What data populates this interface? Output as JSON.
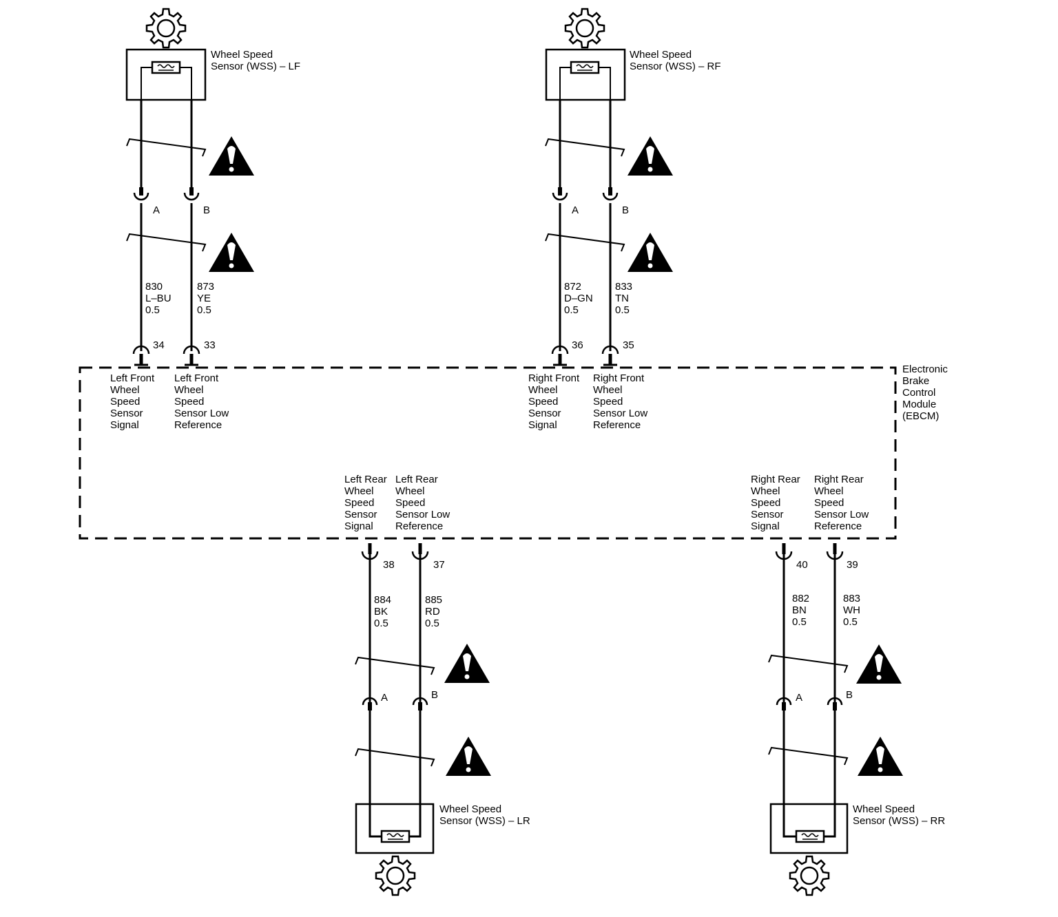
{
  "sensors": {
    "lf": {
      "line1": "Wheel Speed",
      "line2": "Sensor (WSS) – LF"
    },
    "rf": {
      "line1": "Wheel Speed",
      "line2": "Sensor (WSS) – RF"
    },
    "lr": {
      "line1": "Wheel Speed",
      "line2": "Sensor (WSS) – LR"
    },
    "rr": {
      "line1": "Wheel Speed",
      "line2": "Sensor (WSS) – RR"
    }
  },
  "connector_pins": {
    "a": "A",
    "b": "B"
  },
  "wires": {
    "lf_a": {
      "circuit": "830",
      "color": "L–BU",
      "gauge": "0.5"
    },
    "lf_b": {
      "circuit": "873",
      "color": "YE",
      "gauge": "0.5"
    },
    "rf_a": {
      "circuit": "872",
      "color": "D–GN",
      "gauge": "0.5"
    },
    "rf_b": {
      "circuit": "833",
      "color": "TN",
      "gauge": "0.5"
    },
    "lr_a": {
      "circuit": "884",
      "color": "BK",
      "gauge": "0.5"
    },
    "lr_b": {
      "circuit": "885",
      "color": "RD",
      "gauge": "0.5"
    },
    "rr_a": {
      "circuit": "882",
      "color": "BN",
      "gauge": "0.5"
    },
    "rr_b": {
      "circuit": "883",
      "color": "WH",
      "gauge": "0.5"
    }
  },
  "ebcm_pins": {
    "lf_signal": "34",
    "lf_low": "33",
    "rf_signal": "36",
    "rf_low": "35",
    "lr_signal": "38",
    "lr_low": "37",
    "rr_signal": "40",
    "rr_low": "39"
  },
  "module": {
    "l1": "Electronic",
    "l2": "Brake",
    "l3": "Control",
    "l4": "Module",
    "l5": "(EBCM)"
  },
  "terminals": {
    "lf_signal": [
      "Left Front",
      "Wheel",
      "Speed",
      "Sensor",
      "Signal"
    ],
    "lf_low": [
      "Left Front",
      "Wheel",
      "Speed",
      "Sensor Low",
      "Reference"
    ],
    "rf_signal": [
      "Right Front",
      "Wheel",
      "Speed",
      "Sensor",
      "Signal"
    ],
    "rf_low": [
      "Right Front",
      "Wheel",
      "Speed",
      "Sensor Low",
      "Reference"
    ],
    "lr_signal": [
      "Left Rear",
      "Wheel",
      "Speed",
      "Sensor",
      "Signal"
    ],
    "lr_low": [
      "Left Rear",
      "Wheel",
      "Speed",
      "Sensor Low",
      "Reference"
    ],
    "rr_signal": [
      "Right Rear",
      "Wheel",
      "Speed",
      "Sensor",
      "Signal"
    ],
    "rr_low": [
      "Right Rear",
      "Wheel",
      "Speed",
      "Sensor Low",
      "Reference"
    ]
  },
  "icons": [
    "gear-icon",
    "caution-triangle-icon",
    "twisted-pair-icon",
    "connector-icon",
    "sensor-element-icon"
  ]
}
